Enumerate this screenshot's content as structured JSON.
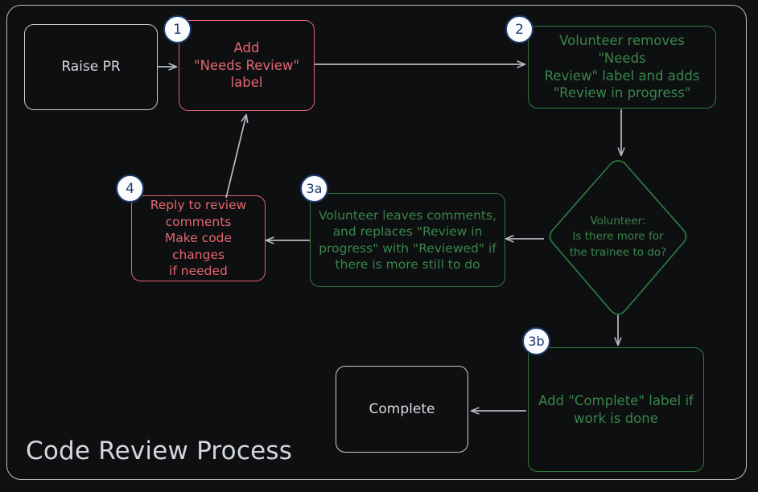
{
  "diagram": {
    "title": "Code Review Process",
    "colors": {
      "background": "#101113",
      "frame_border": "#b9bdc2",
      "neutral": "#c9ccd1",
      "red": "#e4666e",
      "green": "#39864b",
      "badge_fill": "#fbfcfe",
      "badge_border": "#1d3c73",
      "badge_text": "#1d3c73",
      "connector": "#b6babf"
    },
    "nodes": [
      {
        "id": "raise-pr",
        "label": "Raise PR",
        "style": "neutral",
        "shape": "rounded-rect"
      },
      {
        "id": "add-needs-review",
        "label": "Add\n\"Needs Review\"\nlabel",
        "style": "red",
        "shape": "rounded-rect",
        "badge": "1"
      },
      {
        "id": "volunteer-labels",
        "label": "Volunteer removes \"Needs\nReview\" label and adds\n\"Review in progress\"",
        "style": "green",
        "shape": "rounded-rect",
        "badge": "2"
      },
      {
        "id": "decision",
        "label": "Volunteer:\nIs there more for\nthe trainee to do?",
        "style": "green",
        "shape": "diamond"
      },
      {
        "id": "volunteer-comments",
        "label": "Volunteer leaves comments,\nand replaces \"Review in\nprogress\" with \"Reviewed\" if\nthere is more still to do",
        "style": "green",
        "shape": "rounded-rect",
        "badge": "3a"
      },
      {
        "id": "reply-to-review",
        "label": "Reply to review\ncomments\nMake code changes\nif needed",
        "style": "red",
        "shape": "rounded-rect",
        "badge": "4"
      },
      {
        "id": "add-complete",
        "label": "Add \"Complete\" label if\nwork is done",
        "style": "green",
        "shape": "rounded-rect",
        "badge": "3b"
      },
      {
        "id": "complete",
        "label": "Complete",
        "style": "neutral",
        "shape": "rounded-rect"
      }
    ],
    "node_text": {
      "raise_pr": "Raise PR",
      "add_needs_review_line1": "Add",
      "add_needs_review_line2": "\"Needs Review\"",
      "add_needs_review_line3": "label",
      "volunteer_labels_line1": "Volunteer removes \"Needs",
      "volunteer_labels_line2": "Review\" label and adds",
      "volunteer_labels_line3": "\"Review in progress\"",
      "decision_line1": "Volunteer:",
      "decision_line2": "Is there more for",
      "decision_line3": "the trainee to do?",
      "volunteer_comments_line1": "Volunteer leaves comments,",
      "volunteer_comments_line2": "and replaces \"Review in",
      "volunteer_comments_line3": "progress\" with \"Reviewed\" if",
      "volunteer_comments_line4": "there is more still to do",
      "reply_line1": "Reply to review",
      "reply_line2": "comments",
      "reply_line3": "Make code changes",
      "reply_line4": "if needed",
      "add_complete_line1": "Add \"Complete\" label if",
      "add_complete_line2": "work is done",
      "complete": "Complete"
    },
    "badges": {
      "step1": "1",
      "step2": "2",
      "step3a": "3a",
      "step3b": "3b",
      "step4": "4"
    },
    "edges": [
      {
        "from": "raise-pr",
        "to": "add-needs-review",
        "direction": "right"
      },
      {
        "from": "add-needs-review",
        "to": "volunteer-labels",
        "direction": "right"
      },
      {
        "from": "volunteer-labels",
        "to": "decision",
        "direction": "down"
      },
      {
        "from": "decision",
        "to": "volunteer-comments",
        "direction": "left"
      },
      {
        "from": "volunteer-comments",
        "to": "reply-to-review",
        "direction": "left"
      },
      {
        "from": "reply-to-review",
        "to": "add-needs-review",
        "direction": "up-right"
      },
      {
        "from": "decision",
        "to": "add-complete",
        "direction": "down"
      },
      {
        "from": "add-complete",
        "to": "complete",
        "direction": "left"
      }
    ]
  }
}
